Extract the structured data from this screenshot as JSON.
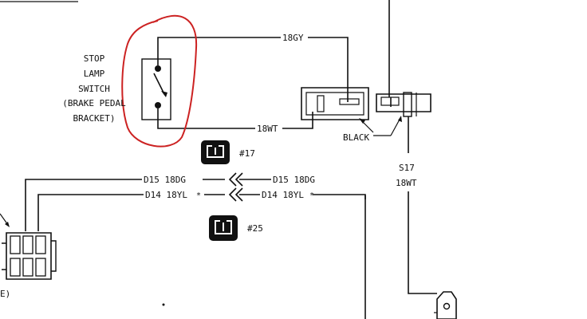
{
  "switch_label": {
    "line1": "STOP",
    "line2": "LAMP",
    "line3": "SWITCH",
    "line4": "(BRAKE PEDAL",
    "line5": "BRACKET)"
  },
  "wires": {
    "top": "18GY",
    "bottom": "18WT",
    "black": "BLACK",
    "s17": "S17",
    "s17_color": "18WT",
    "d15_left": "D15  18DG",
    "d15_right": "D15  18DG",
    "d14_left": "D14  18YL",
    "d14_right": "D14  18YL"
  },
  "connectors": {
    "c17": "#17",
    "c25": "#25"
  },
  "edge_text": "E)",
  "colors": {
    "ink": "#111111",
    "highlight_circle": "#cc2222"
  }
}
